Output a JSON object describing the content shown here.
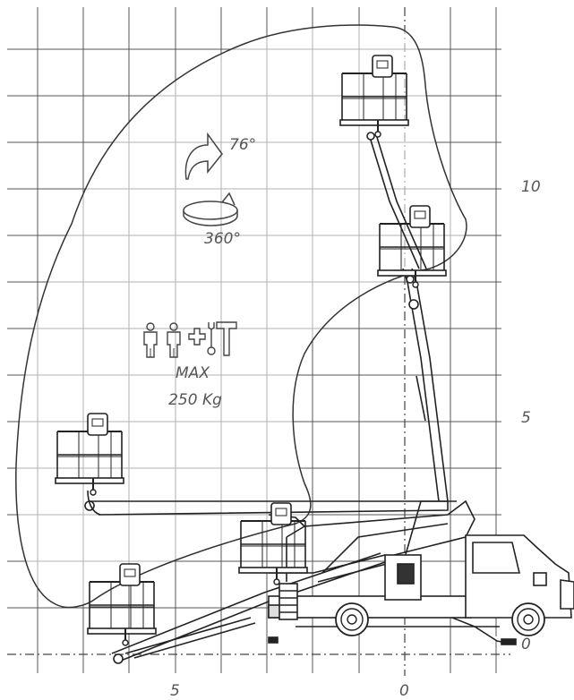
{
  "axis": {
    "x_labels": [
      "5",
      "0"
    ],
    "y_labels": [
      "10",
      "5",
      "0"
    ]
  },
  "rotation": {
    "tilt_angle": "76°",
    "slew_angle": "360°"
  },
  "capacity": {
    "max_label": "MAX",
    "load": "250 Kg",
    "persons": 2
  },
  "icons": [
    "tilt-arrow-icon",
    "rotation-arrow-icon",
    "person-icon",
    "plus-icon",
    "wrench-icon",
    "hammer-icon",
    "truck-icon",
    "platform-basket-icon"
  ],
  "colors": {
    "grid": "#555555",
    "envelope": "#333333",
    "drawing": "#222222",
    "label": "#555555"
  }
}
